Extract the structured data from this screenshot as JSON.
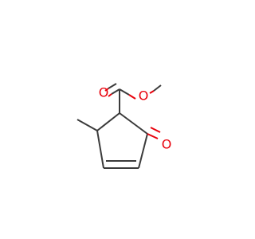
{
  "molecule": {
    "atoms": {
      "carbonyl_o_ester": "O",
      "ester_o": "O",
      "ketone_o": "O"
    },
    "colors": {
      "bond": "#3b3b3b",
      "oxygen": "#e8000b",
      "background": "#ffffff"
    }
  }
}
